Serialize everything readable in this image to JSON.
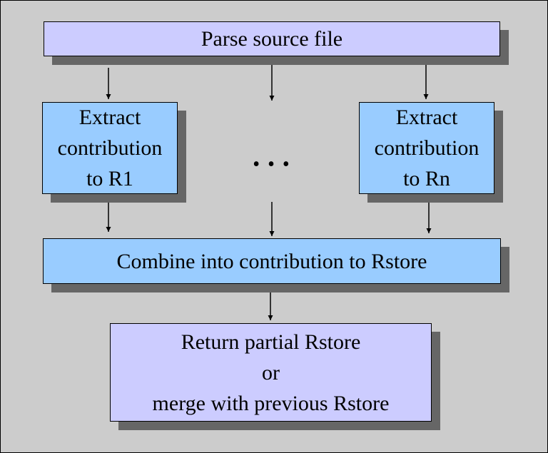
{
  "parse": {
    "label": "Parse source file"
  },
  "extract_first": {
    "lines": [
      "Extract",
      "contribution",
      "to R1"
    ]
  },
  "extract_last": {
    "lines": [
      "Extract",
      "contribution",
      "to Rn"
    ]
  },
  "ellipsis": "• • •",
  "combine": {
    "label": "Combine into contribution to Rstore"
  },
  "result": {
    "lines": [
      "Return partial Rstore",
      "or",
      "merge with previous Rstore"
    ]
  },
  "colors": {
    "background": "#cccccc",
    "lavender_box": "#ccccff",
    "blue_box": "#99ccff",
    "shadow": "#666666",
    "stroke": "#000000"
  }
}
